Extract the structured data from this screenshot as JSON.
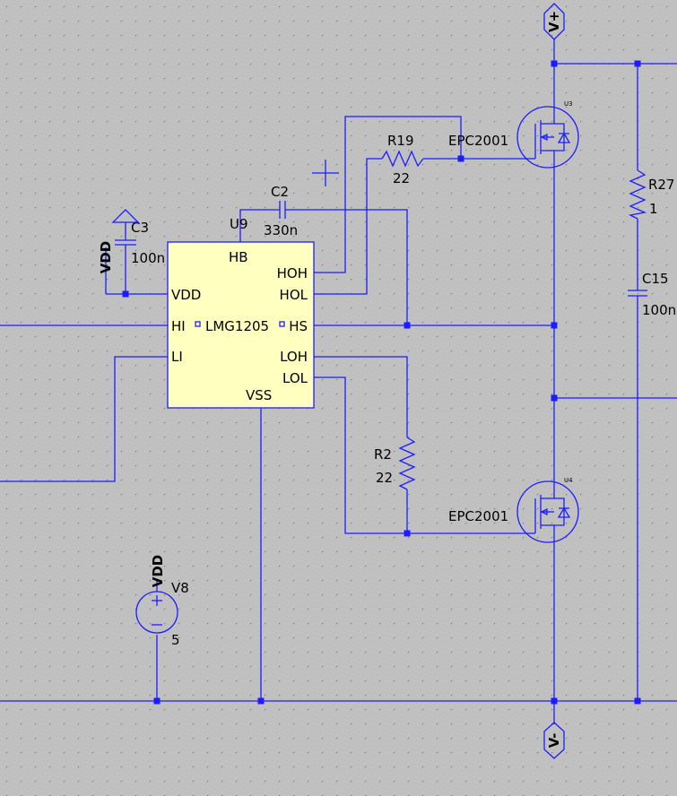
{
  "colors": {
    "background": "#c0c0c0",
    "grid_dot": "#7a7a7a",
    "wire": "#1c1cff",
    "ic_fill": "#ffffc0",
    "text": "#000000"
  },
  "ports": {
    "vplus": "V+",
    "vminus": "V-"
  },
  "ic": {
    "ref": "U9",
    "part": "LMG1205",
    "pins": {
      "hb": "HB",
      "hoh": "HOH",
      "hol": "HOL",
      "vdd": "VDD",
      "hi": "HI",
      "hs": "HS",
      "li": "LI",
      "loh": "LOH",
      "lol": "LOL",
      "vss": "VSS"
    }
  },
  "components": {
    "c2": {
      "ref": "C2",
      "value": "330n"
    },
    "c3": {
      "ref": "C3",
      "value": "100n"
    },
    "r19": {
      "ref": "R19",
      "value": "22"
    },
    "r2": {
      "ref": "R2",
      "value": "22"
    },
    "r27": {
      "ref": "R27",
      "value": "1"
    },
    "c15": {
      "ref": "C15",
      "value": "100n"
    },
    "u3": {
      "ref": "U3",
      "part": "EPC2001"
    },
    "u4": {
      "ref": "U4",
      "part": "EPC2001"
    },
    "v8": {
      "ref": "V8",
      "value": "5"
    }
  },
  "nets": {
    "vdd_flag_c3": "VDD",
    "vdd_flag_v8": "VDD"
  }
}
